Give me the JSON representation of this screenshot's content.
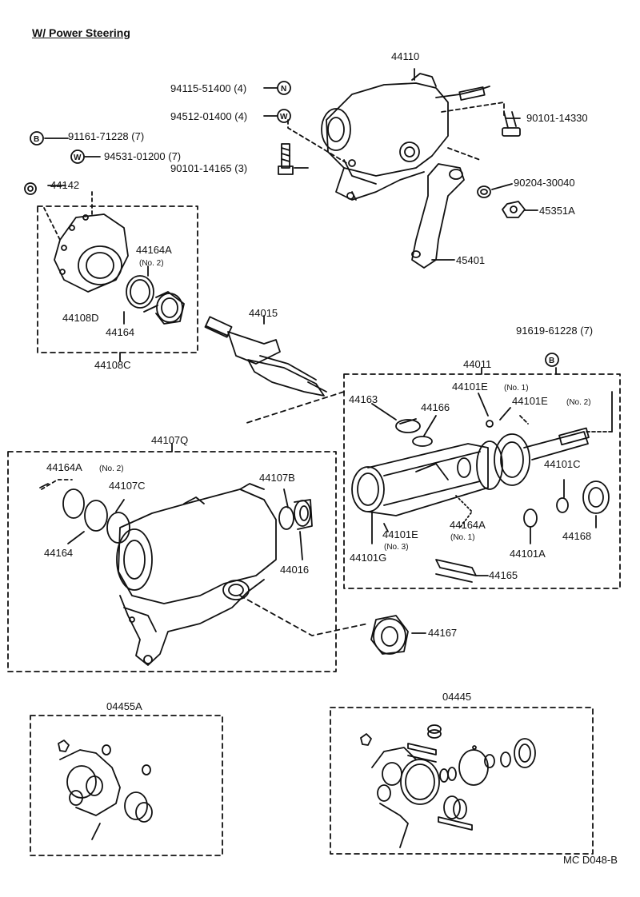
{
  "title": "W/ Power Steering",
  "footer_code": "MC   D048-B",
  "symbols": {
    "n": "N",
    "w": "W",
    "b": "B"
  },
  "parts": {
    "p44110": "44110",
    "p94115": "94115-51400 (4)",
    "p94512": "94512-01400 (4)",
    "p90101_14330": "90101-14330",
    "p91161": "91161-71228 (7)",
    "p94531": "94531-01200 (7)",
    "p90101_14165": "90101-14165 (3)",
    "p90204": "90204-30040",
    "p45351A": "45351A",
    "p45401": "45401",
    "p44142": "44142",
    "p44164A_top": "44164A",
    "no2_top": "(No. 2)",
    "p44108D": "44108D",
    "p44164_top": "44164",
    "p44108C": "44108C",
    "p44015": "44015",
    "p91619": "91619-61228 (7)",
    "p44011": "44011",
    "p44101E_no1": "44101E",
    "no1_a": "(No. 1)",
    "p44101E_no2": "44101E",
    "no2_b": "(No. 2)",
    "p44163": "44163",
    "p44166": "44166",
    "p44101C": "44101C",
    "p44101E_no3": "44101E",
    "no3": "(No. 3)",
    "p44164A_mid": "44164A",
    "no1_b": "(No. 1)",
    "p44168": "44168",
    "p44101G": "44101G",
    "p44101A": "44101A",
    "p44165": "44165",
    "p44107Q": "44107Q",
    "p44164A_left": "44164A",
    "no2_c": "(No. 2)",
    "p44107C": "44107C",
    "p44107B": "44107B",
    "p44164_left": "44164",
    "p44016": "44016",
    "p44167": "44167",
    "p04455A": "04455A",
    "p04445": "04445"
  }
}
